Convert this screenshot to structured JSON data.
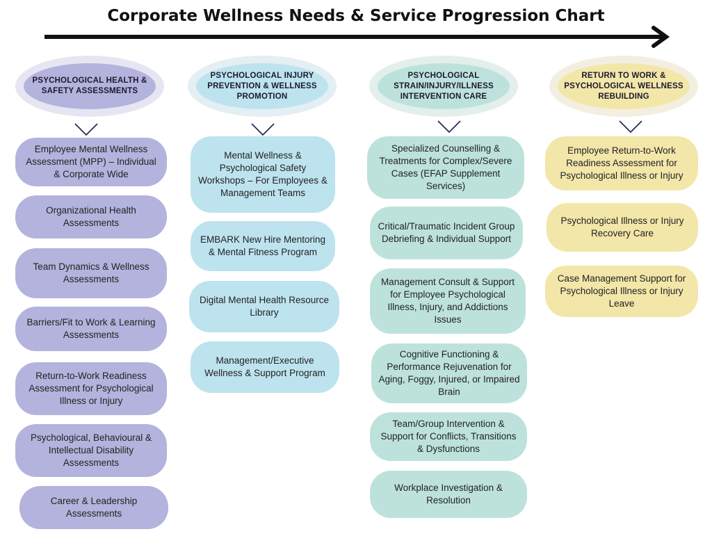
{
  "title": "Corporate Wellness Needs & Service Progression Chart",
  "colors": {
    "purple": "#b4b3dd",
    "blue": "#bde3ef",
    "teal": "#bde2dc",
    "yellow": "#f3e6a9",
    "chevron": "#2a2a5a"
  },
  "columns": [
    {
      "header": "PSYCHOLOGICAL HEALTH & SAFETY ASSESSMENTS",
      "items": [
        "Employee Mental Wellness Assessment (MPP) – Individual & Corporate Wide",
        "Organizational Health Assessments",
        "Team Dynamics & Wellness Assessments",
        "Barriers/Fit to Work & Learning Assessments",
        "Return-to-Work Readiness Assessment for Psychological Illness or Injury",
        "Psychological, Behavioural & Intellectual Disability Assessments",
        "Career & Leadership Assessments"
      ]
    },
    {
      "header": "PSYCHOLOGICAL INJURY PREVENTION & WELLNESS PROMOTION",
      "items": [
        "Mental Wellness & Psychological Safety Workshops – For Employees & Management Teams",
        "EMBARK New Hire Mentoring & Mental Fitness Program",
        "Digital Mental Health Resource Library",
        "Management/Executive Wellness & Support Program"
      ]
    },
    {
      "header": "PSYCHOLOGICAL STRAIN/INJURY/ILLNESS INTERVENTION CARE",
      "items": [
        "Specialized Counselling & Treatments for Complex/Severe Cases (EFAP Supplement Services)",
        "Critical/Traumatic Incident Group Debriefing & Individual Support",
        "Management Consult & Support for Employee Psychological Illness, Injury, and Addictions Issues",
        "Cognitive Functioning & Performance Rejuvenation for Aging, Foggy, Injured, or Impaired Brain",
        "Team/Group Intervention & Support for Conflicts, Transitions & Dysfunctions",
        "Workplace Investigation & Resolution"
      ]
    },
    {
      "header": "RETURN TO WORK & PSYCHOLOGICAL WELLNESS REBUILDING",
      "items": [
        "Employee Return-to-Work Readiness Assessment for Psychological Illness or Injury",
        "Psychological Illness or Injury Recovery Care",
        "Case Management Support for Psychological Illness or Injury Leave"
      ]
    }
  ]
}
